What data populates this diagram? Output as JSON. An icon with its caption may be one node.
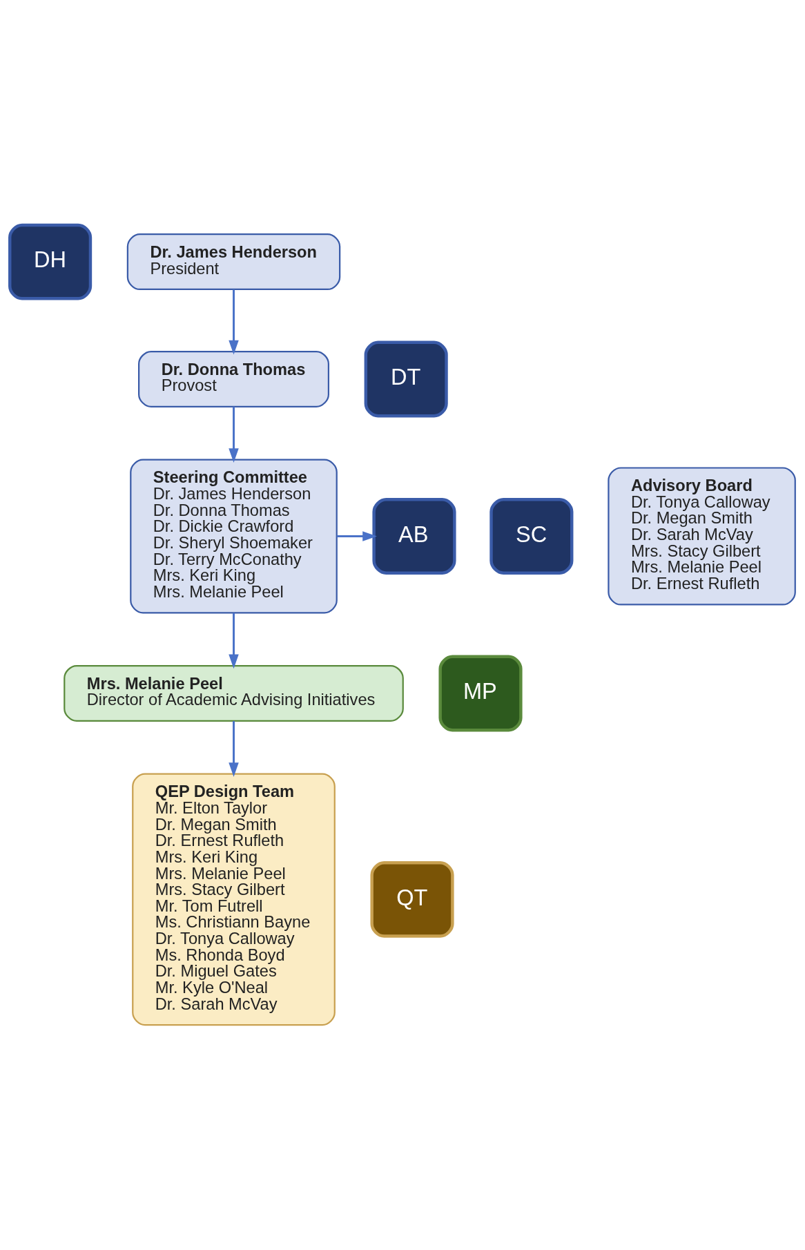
{
  "diagram": {
    "nodes": [
      {
        "text": [
          "DH"
        ]
      },
      {
        "text": [
          "Dr. James Henderson",
          "President"
        ]
      },
      {
        "text": [
          "DT"
        ]
      },
      {
        "text": [
          "Dr. Donna Thomas",
          "Provost"
        ]
      },
      {
        "text": [
          "SC"
        ]
      },
      {
        "text": [
          "Steering Committee",
          "Dr. James Henderson",
          "Dr. Donna Thomas",
          "Dr. Dickie Crawford",
          "Dr. Sheryl Shoemaker",
          "Dr. Terry McConathy",
          "Mrs. Keri King",
          "Mrs. Melanie Peel"
        ]
      },
      {
        "text": [
          "AB"
        ]
      },
      {
        "text": [
          "Advisory Board",
          "Dr. Tonya Calloway",
          "Dr. Megan Smith",
          "Dr. Sarah McVay",
          "Mrs. Stacy Gilbert",
          "Mrs. Melanie Peel",
          "Dr. Ernest Rufleth"
        ]
      },
      {
        "text": [
          "MP"
        ]
      },
      {
        "text": [
          "Mrs. Melanie Peel",
          "Director of Academic Advising Initiatives"
        ]
      },
      {
        "text": [
          "QT"
        ]
      },
      {
        "text": [
          "QEP Design Team",
          "Mr. Elton Taylor",
          "Dr. Megan Smith",
          "Dr. Ernest Rufleth",
          "Mrs. Keri King",
          "Mrs. Melanie Peel",
          "Mrs. Stacy Gilbert",
          "Mr. Tom Futrell",
          "Ms. Christiann Bayne",
          "Dr. Tonya Calloway",
          "Ms. Rhonda Boyd",
          "Dr. Miguel Gates",
          "Mr. Kyle O'Neal",
          "Dr. Sarah McVay"
        ]
      }
    ],
    "edges": [
      {
        "from": 1,
        "to": 3,
        "arrow": "to"
      },
      {
        "from": 3,
        "to": 5,
        "arrow": "to"
      },
      {
        "from": 5,
        "to": 6,
        "arrow": "to"
      },
      {
        "from": 5,
        "to": 9,
        "arrow": "to"
      },
      {
        "from": 9,
        "to": 11,
        "arrow": "to"
      }
    ]
  }
}
